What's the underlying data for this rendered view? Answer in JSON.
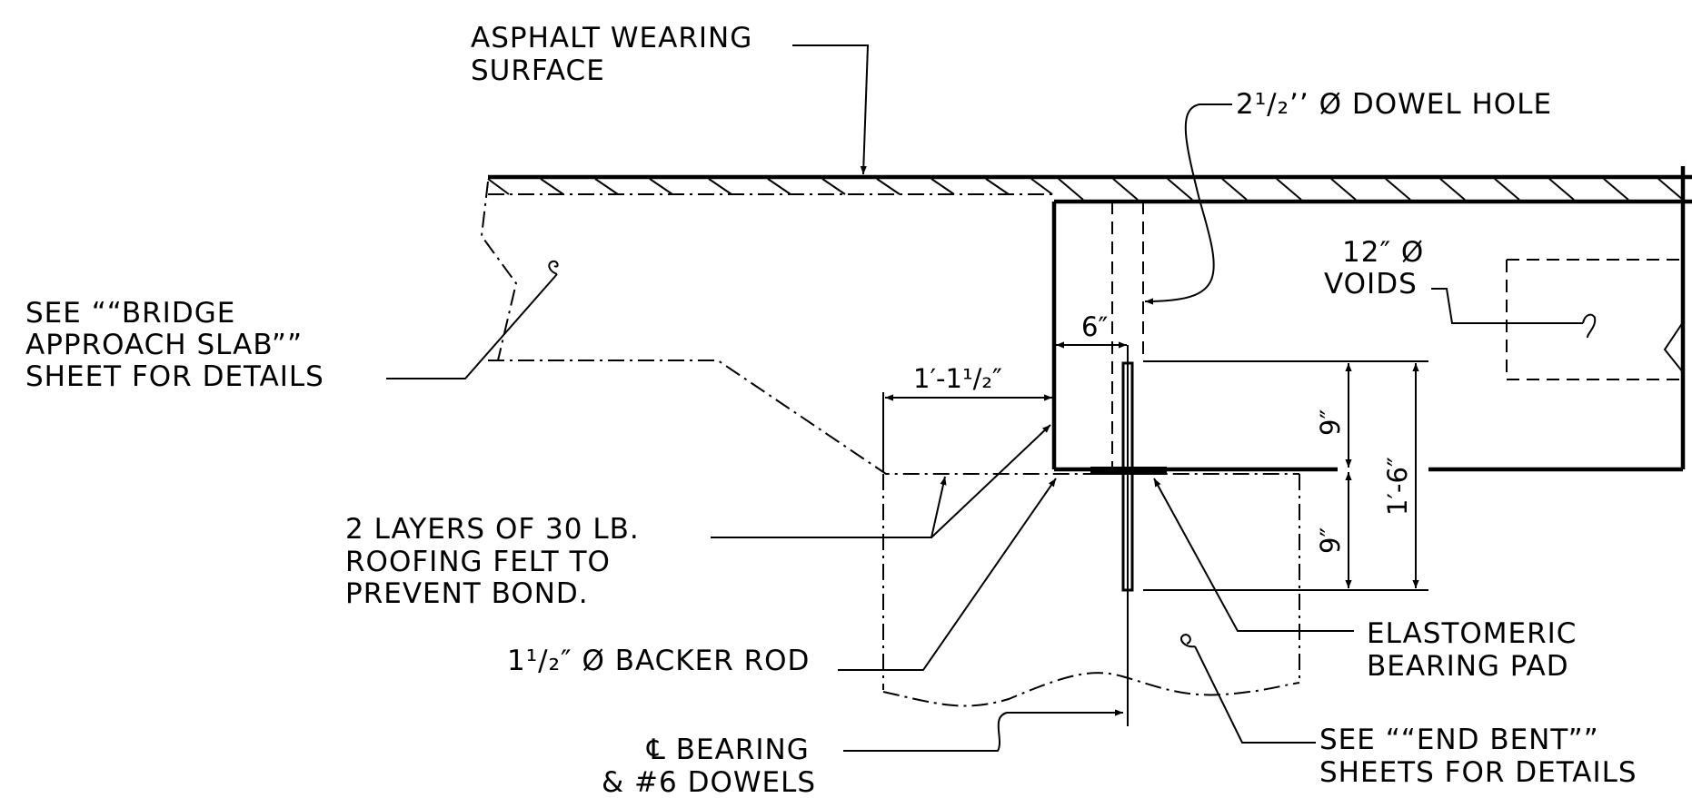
{
  "labels": {
    "asphalt_1": "ASPHALT WEARING",
    "asphalt_2": "SURFACE",
    "dowel_hole": "’’ Ø DOWEL HOLE",
    "dowel_hole_frac": "2¹/₂",
    "voids_1": "12″ Ø",
    "voids_2": "VOIDS",
    "approach_1": "SEE ““BRIDGE",
    "approach_2": "APPROACH SLAB””",
    "approach_3": "SHEET FOR DETAILS",
    "felt_1": "2 LAYERS OF 30 LB.",
    "felt_2": "ROOFING FELT TO",
    "felt_3": "PREVENT BOND.",
    "backer_rod": "1¹/₂″ Ø BACKER ROD",
    "bearing_1": "℄ BEARING",
    "bearing_2": "& #6 DOWELS",
    "pad_1": "ELASTOMERIC",
    "pad_2": "BEARING PAD",
    "endbent_1": "SEE ““END BENT””",
    "endbent_2": "SHEETS FOR DETAILS"
  },
  "dimensions": {
    "six_in": "6″",
    "one_ft_one_half": "1′-1¹/₂″",
    "nine_top": "9″",
    "nine_bottom": "9″",
    "one_ft_six": "1′-6″"
  }
}
